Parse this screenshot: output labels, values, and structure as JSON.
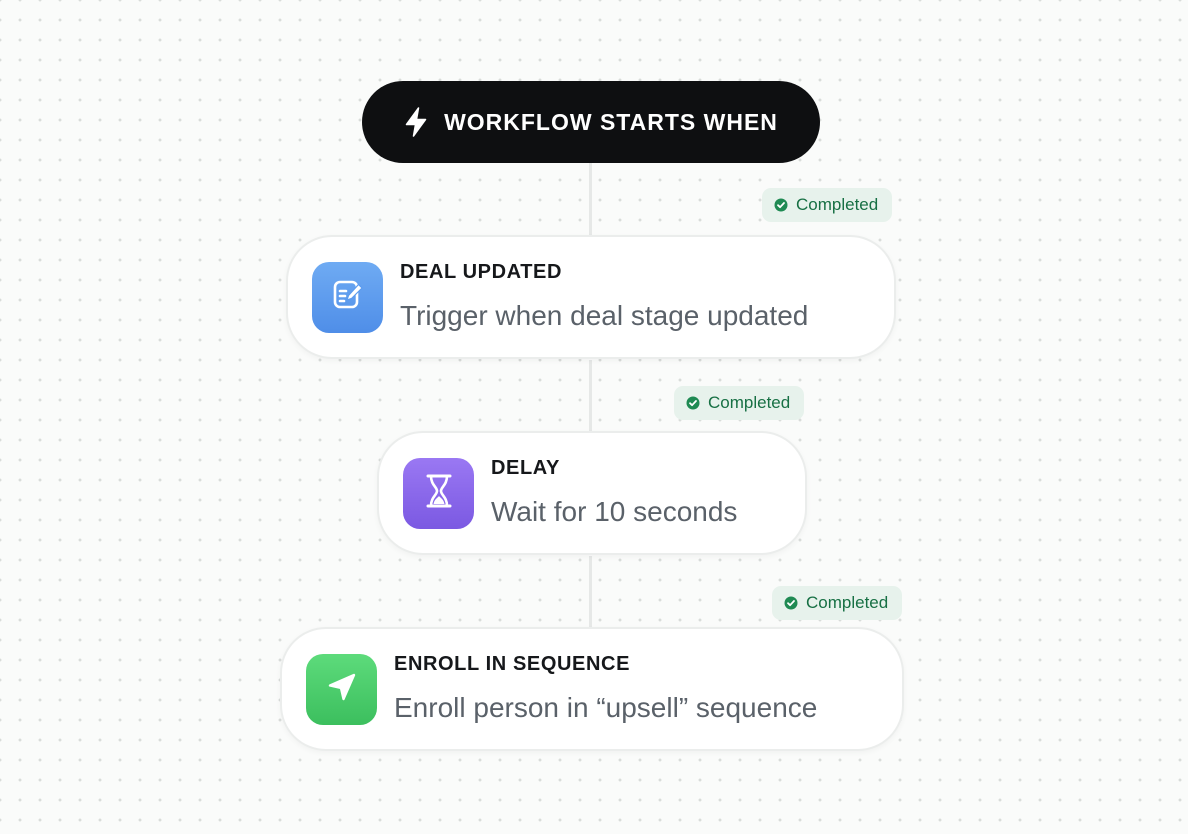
{
  "trigger": {
    "label": "WORKFLOW STARTS WHEN",
    "icon": "lightning-bolt-icon"
  },
  "steps": [
    {
      "status": "Completed",
      "title": "DEAL UPDATED",
      "description": "Trigger when deal stage updated",
      "icon": "edit-document-icon",
      "icon_color": "#5b9bef"
    },
    {
      "status": "Completed",
      "title": "DELAY",
      "description": "Wait for 10 seconds",
      "icon": "hourglass-icon",
      "icon_color": "#8a68ec"
    },
    {
      "status": "Completed",
      "title": "ENROLL IN SEQUENCE",
      "description": "Enroll person in “upsell” sequence",
      "icon": "send-arrow-icon",
      "icon_color": "#4ccd6c"
    }
  ],
  "colors": {
    "status_text": "#177044",
    "status_bg": "#e7f2ec",
    "trigger_bg": "#0e0f11"
  }
}
